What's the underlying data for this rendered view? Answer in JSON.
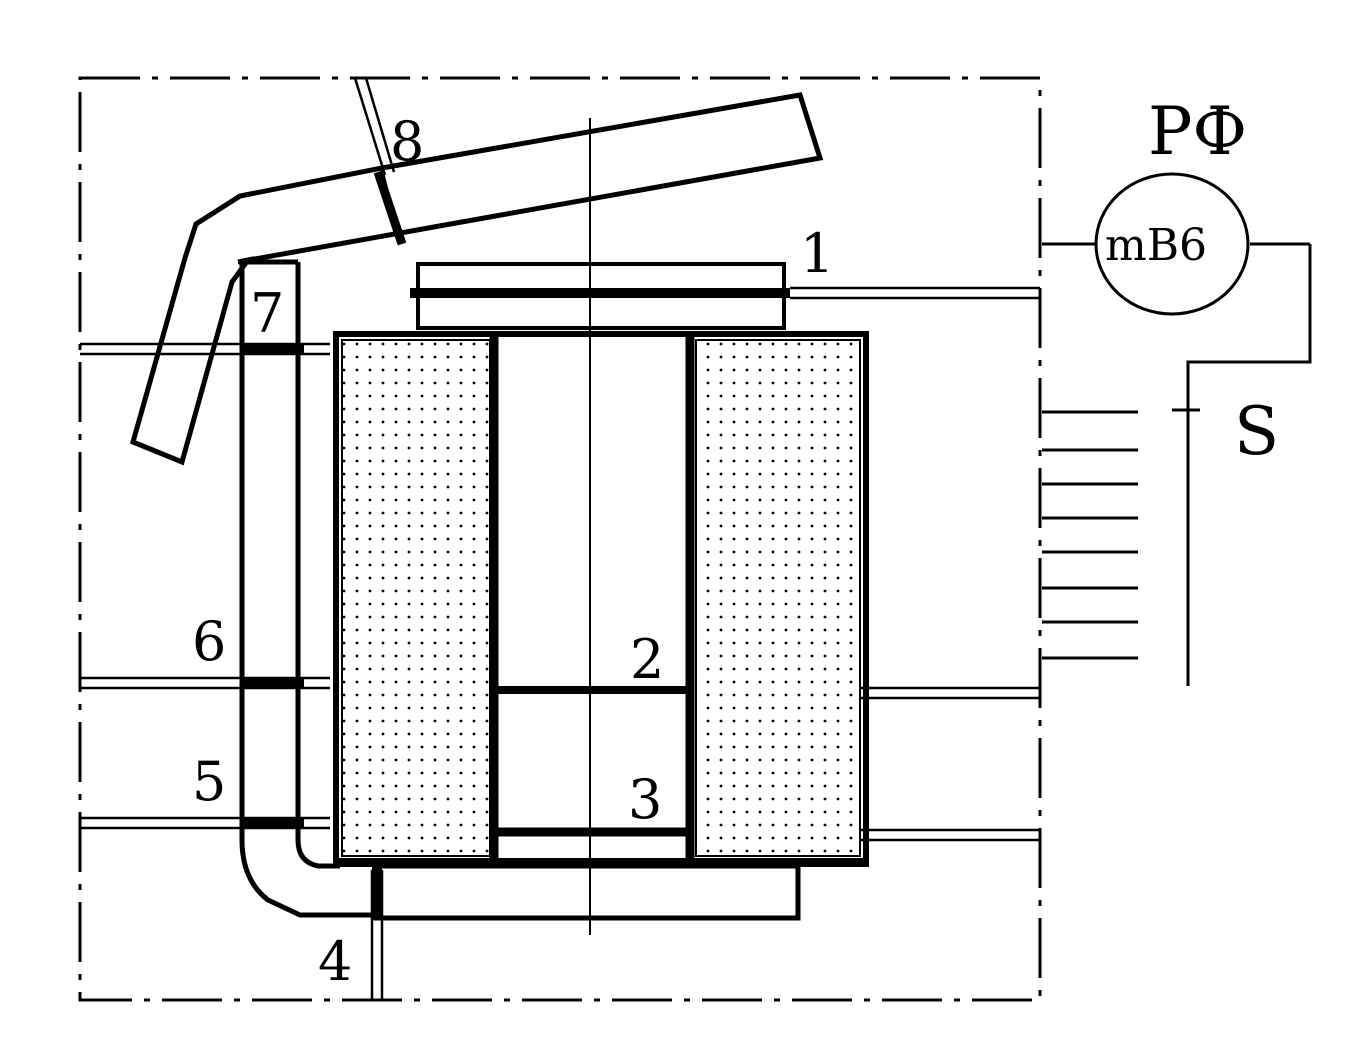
{
  "labels": {
    "n1": "1",
    "n2": "2",
    "n3": "3",
    "n4": "4",
    "n5": "5",
    "n6": "6",
    "n7": "7",
    "n8": "8",
    "rf": "РФ",
    "meter": "mB6",
    "s": "S"
  },
  "colors": {
    "ink": "#000000",
    "paper": "#ffffff"
  }
}
